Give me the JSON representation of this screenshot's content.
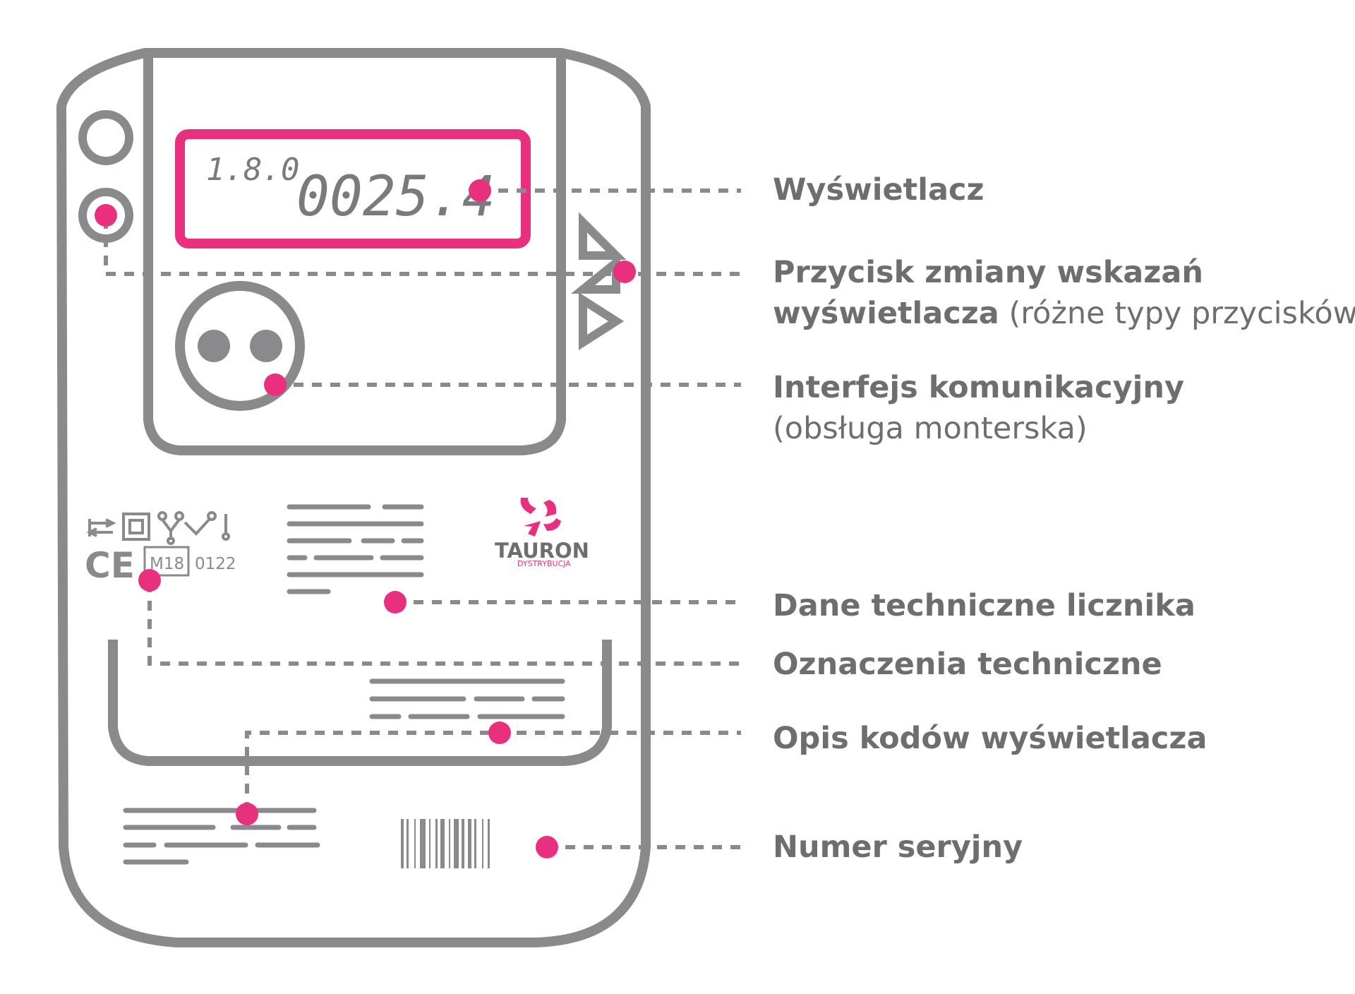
{
  "display": {
    "code": "1.8.0",
    "value": "0025.4"
  },
  "marks": {
    "ce": "CE",
    "m18": "M18",
    "notified_body": "0122"
  },
  "brand": {
    "name": "TAURON",
    "sub": "DYSTRYBUCJA"
  },
  "labels": {
    "display": "Wyświetlacz",
    "button_line1": "Przycisk zmiany wskazań",
    "button_line2_bold": "wyświetlacza",
    "button_line2_rest": " (różne typy przycisków)",
    "interface_line1": "Interfejs komunikacyjny",
    "interface_line2": "(obsługa monterska)",
    "tech_data": "Dane techniczne licznika",
    "tech_marks": "Oznaczenia techniczne",
    "codes": "Opis kodów wyświetlacza",
    "serial": "Numer seryjny"
  },
  "colors": {
    "accent": "#e8307f",
    "outline": "#8a8a8c",
    "text": "#6e6e70"
  }
}
